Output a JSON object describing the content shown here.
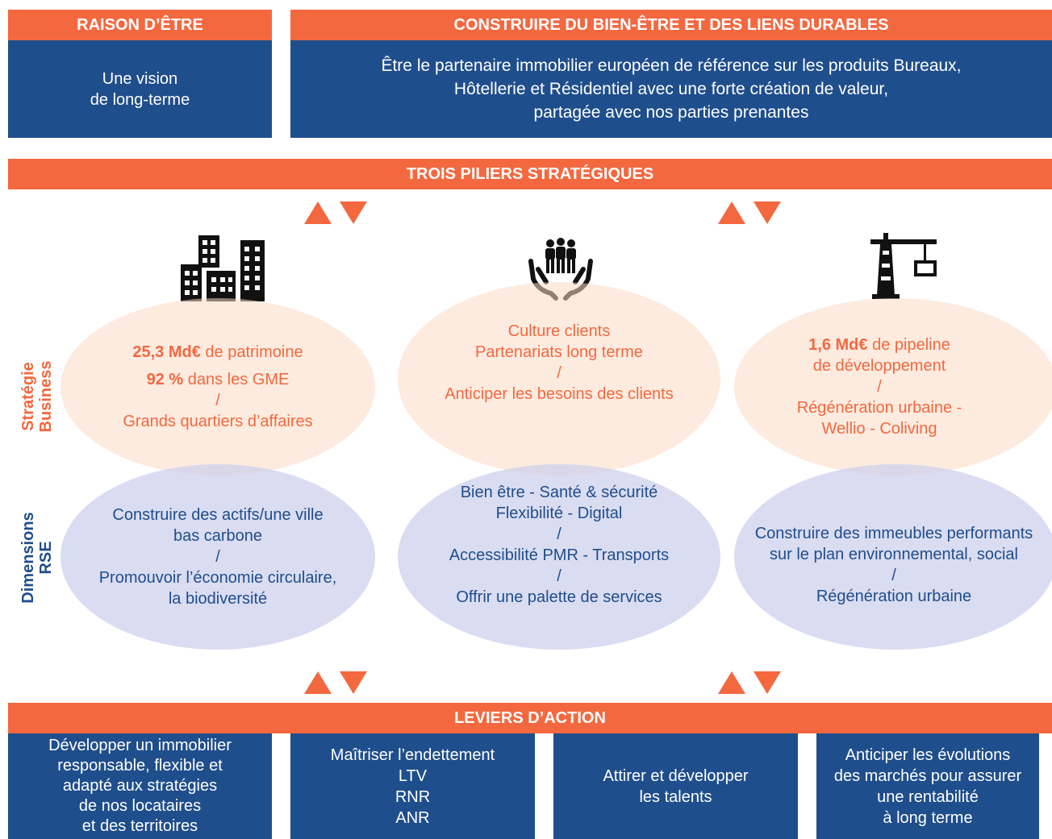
{
  "header": {
    "raison_title": "RAISON D’ÊTRE",
    "raison_text": [
      "Une vision",
      "de long-terme"
    ],
    "mission_title": "CONSTRUIRE DU BIEN-ÊTRE ET DES LIENS DURABLES",
    "mission_text": [
      "Être le partenaire immobilier européen de référence sur les produits Bureaux,",
      "Hôtellerie et Résidentiel avec une forte création de valeur,",
      "partagée avec nos parties prenantes"
    ]
  },
  "pillars": {
    "title": "TROIS PILIERS STRATÉGIQUES",
    "side_labels": {
      "business": [
        "Stratégie",
        "Business"
      ],
      "rse": [
        "Dimensions",
        "RSE"
      ]
    },
    "icons": [
      "buildings-icon",
      "hands-people-icon",
      "crane-icon"
    ],
    "business": [
      {
        "kpi1_value": "25,3 Md€",
        "kpi1_text": " de patrimoine",
        "kpi2_value": "92 %",
        "kpi2_text": " dans les GME",
        "sep": "/",
        "line": "Grands quartiers d’affaires"
      },
      {
        "lines": [
          "Culture clients",
          "Partenariats long terme",
          "/",
          "Anticiper les besoins des clients"
        ]
      },
      {
        "kpi1_value": "1,6 Md€",
        "kpi1_text": " de pipeline",
        "line2": "de développement",
        "sep": "/",
        "lines": [
          "Régénération urbaine -",
          "Wellio - Coliving"
        ]
      }
    ],
    "rse": [
      [
        "Construire des actifs/une ville",
        "bas carbone",
        "/",
        "Promouvoir l’économie circulaire,",
        "la biodiversité"
      ],
      [
        "Bien être - Santé & sécurité",
        "Flexibilité - Digital",
        "/",
        "Accessibilité PMR - Transports",
        "/",
        "Offrir une palette de services"
      ],
      [
        "Construire des immeubles performants",
        "sur le plan environnemental, social",
        "/",
        "Régénération urbaine"
      ]
    ]
  },
  "levers": {
    "title": "LEVIERS D’ACTION",
    "boxes": [
      [
        "Développer un immobilier",
        "responsable, flexible et",
        "adapté aux stratégies",
        "de nos locataires",
        "et des territoires"
      ],
      [
        "Maîtriser l’endettement",
        "LTV",
        "RNR",
        "ANR"
      ],
      [
        "Attirer et développer",
        "les talents"
      ],
      [
        "Anticiper les évolutions",
        "des marchés pour assurer",
        "une rentabilité",
        "à long terme"
      ]
    ]
  },
  "colors": {
    "orange": "#f4683f",
    "blue": "#1f4e8c",
    "biz_ellipse": "#fbdac4",
    "rse_ellipse": "#cdd0ec"
  }
}
